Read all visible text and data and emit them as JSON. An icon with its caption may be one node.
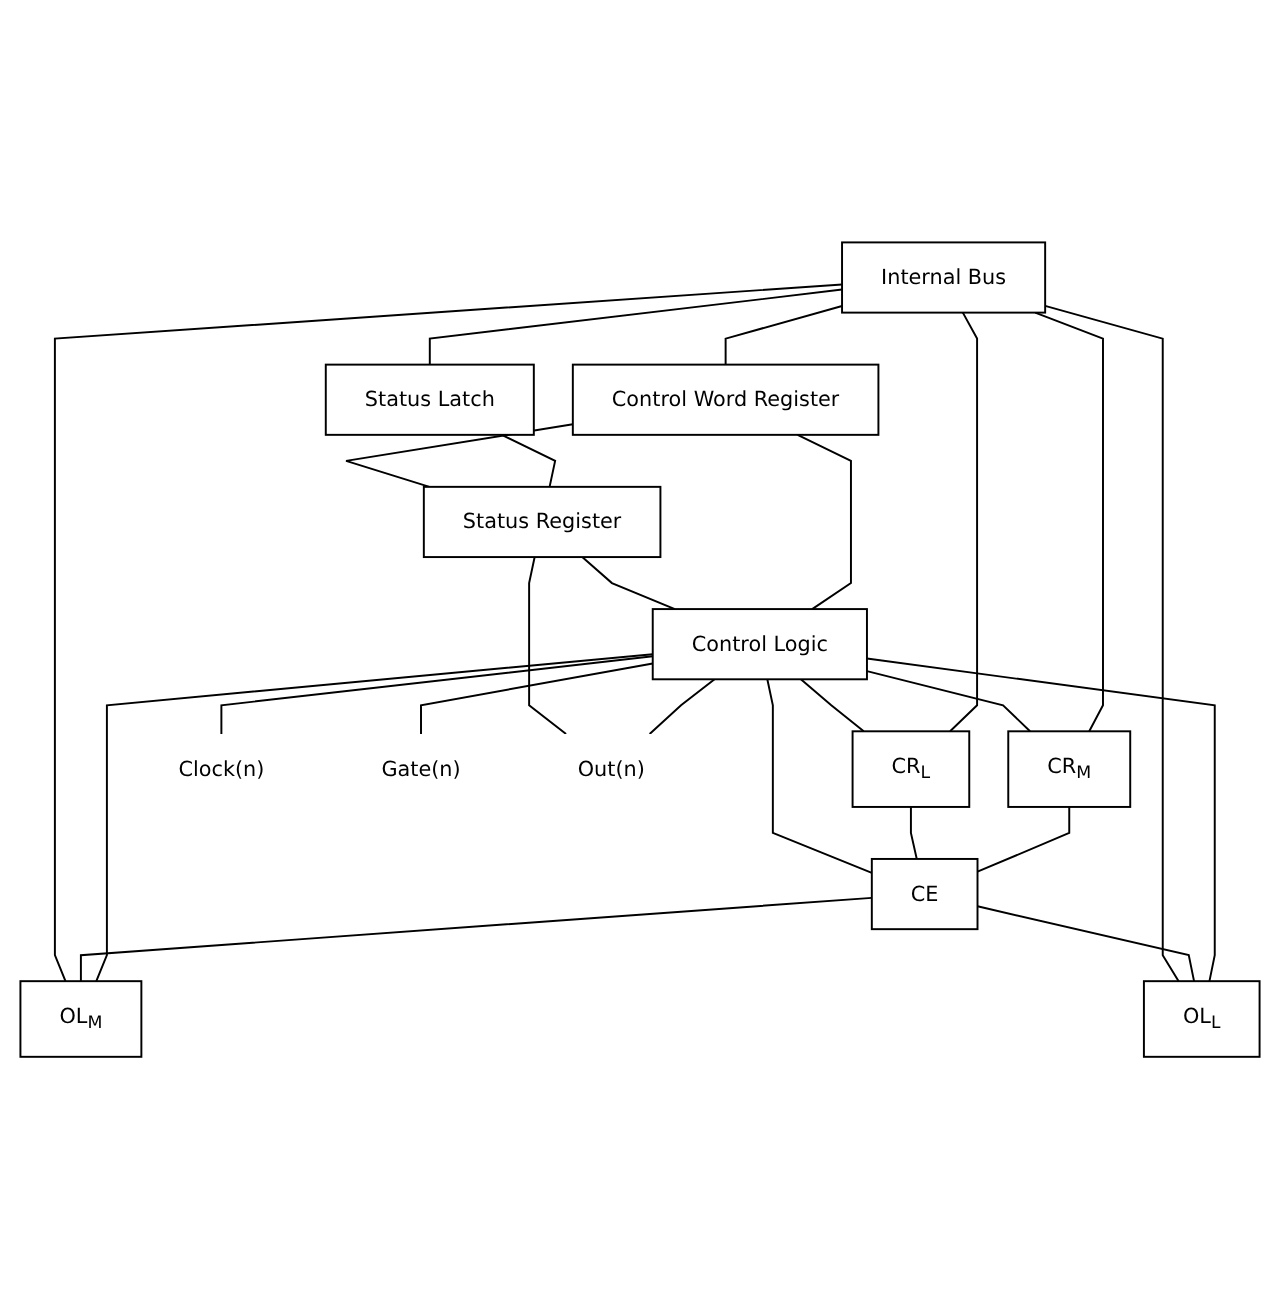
{
  "diagram": {
    "nodes": [
      {
        "text": [
          "Internal Bus"
        ]
      },
      {
        "text": [
          "Control Word Register"
        ]
      },
      {
        "text": [
          "Status Latch"
        ]
      },
      {
        "text": [
          "CR$_{M}$"
        ]
      },
      {
        "text": [
          "CR$_{L}$"
        ]
      },
      {
        "text": [
          "Status Register"
        ]
      },
      {
        "text": [
          "CE"
        ]
      },
      {
        "text": [
          "Control Logic"
        ]
      },
      {
        "text": [
          "OL$_{M}$"
        ]
      },
      {
        "text": [
          "OL$_{L}$"
        ]
      },
      {
        "text": [
          "Clock(n)"
        ]
      },
      {
        "text": [
          "Gate(n)"
        ]
      },
      {
        "text": [
          "Out(n)"
        ]
      }
    ],
    "edges": [
      {
        "from": 0,
        "to": 1,
        "arrow": "none"
      },
      {
        "from": 0,
        "to": 2,
        "arrow": "none"
      },
      {
        "from": 0,
        "to": 3,
        "arrow": "none"
      },
      {
        "from": 0,
        "to": 4,
        "arrow": "none"
      },
      {
        "from": 2,
        "to": 5,
        "arrow": "none"
      },
      {
        "from": 1,
        "to": 5,
        "arrow": "none"
      },
      {
        "from": 1,
        "to": 7,
        "arrow": "none"
      },
      {
        "from": 5,
        "to": 7,
        "arrow": "none"
      },
      {
        "from": 7,
        "to": 3,
        "arrow": "none"
      },
      {
        "from": 7,
        "to": 4,
        "arrow": "none"
      },
      {
        "from": 3,
        "to": 6,
        "arrow": "none"
      },
      {
        "from": 4,
        "to": 6,
        "arrow": "none"
      },
      {
        "from": 7,
        "to": 6,
        "arrow": "none"
      },
      {
        "from": 7,
        "to": 8,
        "arrow": "none"
      },
      {
        "from": 7,
        "to": 9,
        "arrow": "none"
      },
      {
        "from": 6,
        "to": 8,
        "arrow": "none"
      },
      {
        "from": 6,
        "to": 9,
        "arrow": "none"
      },
      {
        "from": 8,
        "to": 0,
        "arrow": "none"
      },
      {
        "from": 9,
        "to": 0,
        "arrow": "none"
      },
      {
        "from": 7,
        "to": 10,
        "arrow": "none"
      },
      {
        "from": 7,
        "to": 11,
        "arrow": "none"
      },
      {
        "from": 7,
        "to": 12,
        "arrow": "none"
      },
      {
        "from": 5,
        "to": 12,
        "arrow": "none"
      }
    ]
  }
}
